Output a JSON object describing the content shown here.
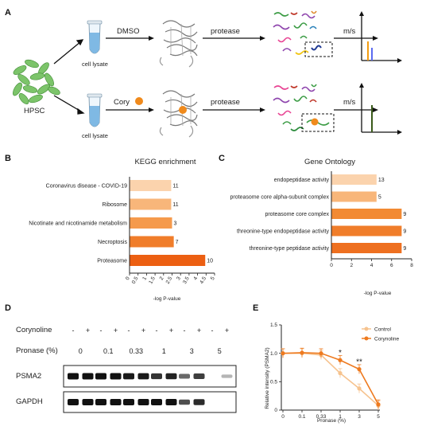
{
  "panel_a": {
    "label": "A",
    "cell_source": "HPSC",
    "top_row": {
      "treatment": "DMSO",
      "lysate": "cell lysate",
      "protease": "protease",
      "ms": "m/s"
    },
    "bottom_row": {
      "treatment": "Cory",
      "lysate": "cell lysate",
      "protease": "protease",
      "ms": "m/s"
    }
  },
  "panel_b": {
    "label": "B",
    "chart_data": {
      "type": "bar",
      "orientation": "horizontal",
      "title": "KEGG enrichment",
      "xlabel": "-log P-value",
      "xlim": [
        0,
        5
      ],
      "xticks": [
        "0",
        "0.5",
        "1",
        "1.5",
        "2",
        "2.5",
        "3",
        "3.5",
        "4",
        "4.5",
        "5"
      ],
      "categories": [
        "Coronavirus disease - COVID-19",
        "Ribosome",
        "Nicotinate and nicotinamide metabolism",
        "Necroptosis",
        "Proteasome"
      ],
      "values": [
        2.45,
        2.45,
        2.5,
        2.6,
        4.45
      ],
      "counts": [
        "11",
        "11",
        "3",
        "7",
        "10"
      ],
      "colors": [
        "#fbd3ad",
        "#f8b67a",
        "#f59a4c",
        "#f07d2a",
        "#ec5f12"
      ]
    }
  },
  "panel_c": {
    "label": "C",
    "chart_data": {
      "type": "bar",
      "orientation": "horizontal",
      "title": "Gene Ontology",
      "xlabel": "-log P-value",
      "xlim": [
        0,
        8
      ],
      "xticks": [
        "0",
        "2",
        "4",
        "6",
        "8"
      ],
      "categories": [
        "endopeptidase activity",
        "proteasome core alpha-subunit complex",
        "proteasome core complex",
        "threonine-type endopeptidase activity",
        "threonine-type peptidase activity"
      ],
      "values": [
        4.5,
        4.5,
        7.0,
        7.0,
        7.0
      ],
      "counts": [
        "13",
        "5",
        "9",
        "9",
        "9"
      ],
      "colors": [
        "#fbd3ad",
        "#f8b67a",
        "#f28a33",
        "#f07d2a",
        "#ee7020"
      ]
    }
  },
  "panel_d": {
    "label": "D",
    "row_corynoline": "Corynoline",
    "row_pronase": "Pronase (%)",
    "signs": [
      "-",
      "+",
      "-",
      "+",
      "-",
      "+",
      "-",
      "+",
      "-",
      "+",
      "-",
      "+"
    ],
    "doses": [
      "0",
      "0.1",
      "0.33",
      "1",
      "3",
      "5"
    ],
    "blots": [
      {
        "name": "PSMA2",
        "intensity": [
          1.0,
          1.0,
          1.0,
          1.0,
          0.95,
          0.95,
          0.8,
          0.9,
          0.5,
          0.75,
          0.0,
          0.08
        ]
      },
      {
        "name": "GAPDH",
        "intensity": [
          1.0,
          1.0,
          1.0,
          1.0,
          1.0,
          1.0,
          1.0,
          1.0,
          0.65,
          0.85,
          0.0,
          0.0
        ]
      }
    ]
  },
  "panel_e": {
    "label": "E",
    "chart_data": {
      "type": "line",
      "title": "",
      "xlabel": "Pronase (%)",
      "ylabel": "Relative intensity (PSMA2)",
      "x": [
        "0",
        "0.1",
        "0.33",
        "1",
        "3",
        "5"
      ],
      "ylim": [
        0,
        1.5
      ],
      "yticks": [
        "0",
        "0.5",
        "1.0",
        "1.5"
      ],
      "series": [
        {
          "name": "Control",
          "values": [
            1.0,
            1.0,
            0.97,
            0.65,
            0.38,
            0.08
          ],
          "color": "#f6c38f"
        },
        {
          "name": "Corynoline",
          "values": [
            1.0,
            1.01,
            1.0,
            0.88,
            0.72,
            0.1
          ],
          "color": "#ee7a1f"
        }
      ],
      "annotations": [
        {
          "text": "*",
          "x": "1"
        },
        {
          "text": "**",
          "x": "3"
        }
      ]
    }
  }
}
